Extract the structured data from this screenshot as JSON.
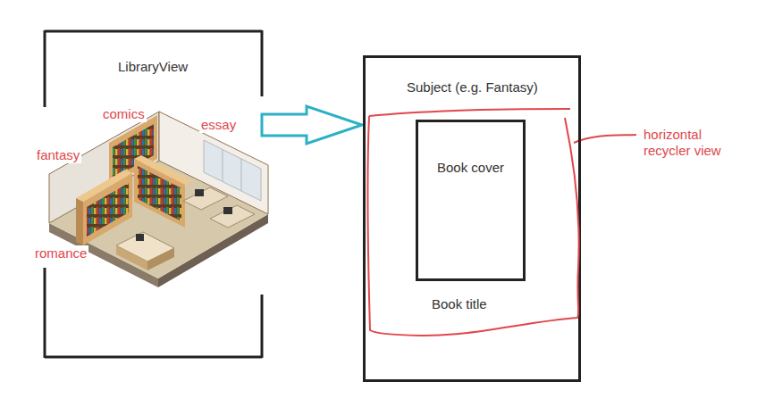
{
  "diagram": {
    "nodes": [
      {
        "text": [
          "LibraryView"
        ]
      },
      {
        "text": [
          "Subject (e.g. Fantasy)"
        ]
      },
      {
        "text": [
          "Book title"
        ],
        "in": 1
      },
      {
        "text": [
          "Book cover"
        ],
        "in": 2
      }
    ],
    "edges": [
      {
        "from": 0,
        "to": 1,
        "arrow": "to"
      }
    ],
    "labels": [
      "comics",
      "essay",
      "fantasy",
      "romance",
      "horizontal recycler view"
    ]
  }
}
